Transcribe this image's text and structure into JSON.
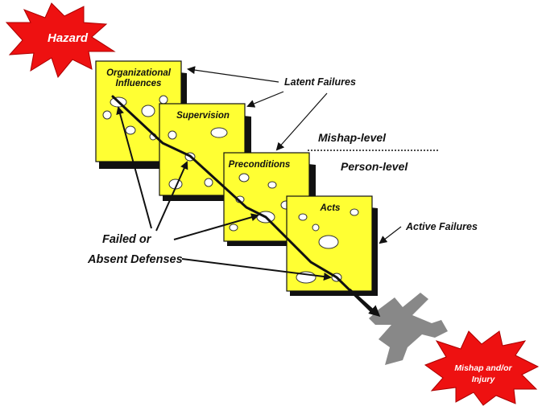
{
  "hazard": {
    "label": "Hazard"
  },
  "outcome": {
    "line1": "Mishap and/or",
    "line2": "Injury"
  },
  "layers": [
    {
      "line1": "Organizational",
      "line2": "Influences"
    },
    {
      "line1": "Supervision",
      "line2": ""
    },
    {
      "line1": "Preconditions",
      "line2": ""
    },
    {
      "line1": "Acts",
      "line2": ""
    }
  ],
  "annotations": {
    "latent_failures": "Latent Failures",
    "active_failures": "Active Failures",
    "mishap_level": "Mishap-level",
    "person_level": "Person-level",
    "defenses_line1": "Failed or",
    "defenses_line2": "Absent Defenses"
  },
  "colors": {
    "slice_fill": "#ffff33",
    "shadow": "#111111",
    "burst": "#ee1111",
    "aircraft": "#888888",
    "text_white": "#ffffff",
    "text_dark": "#111111"
  },
  "icons": [
    "hazard-burst-icon",
    "mishap-burst-icon",
    "crashed-aircraft-icon"
  ]
}
